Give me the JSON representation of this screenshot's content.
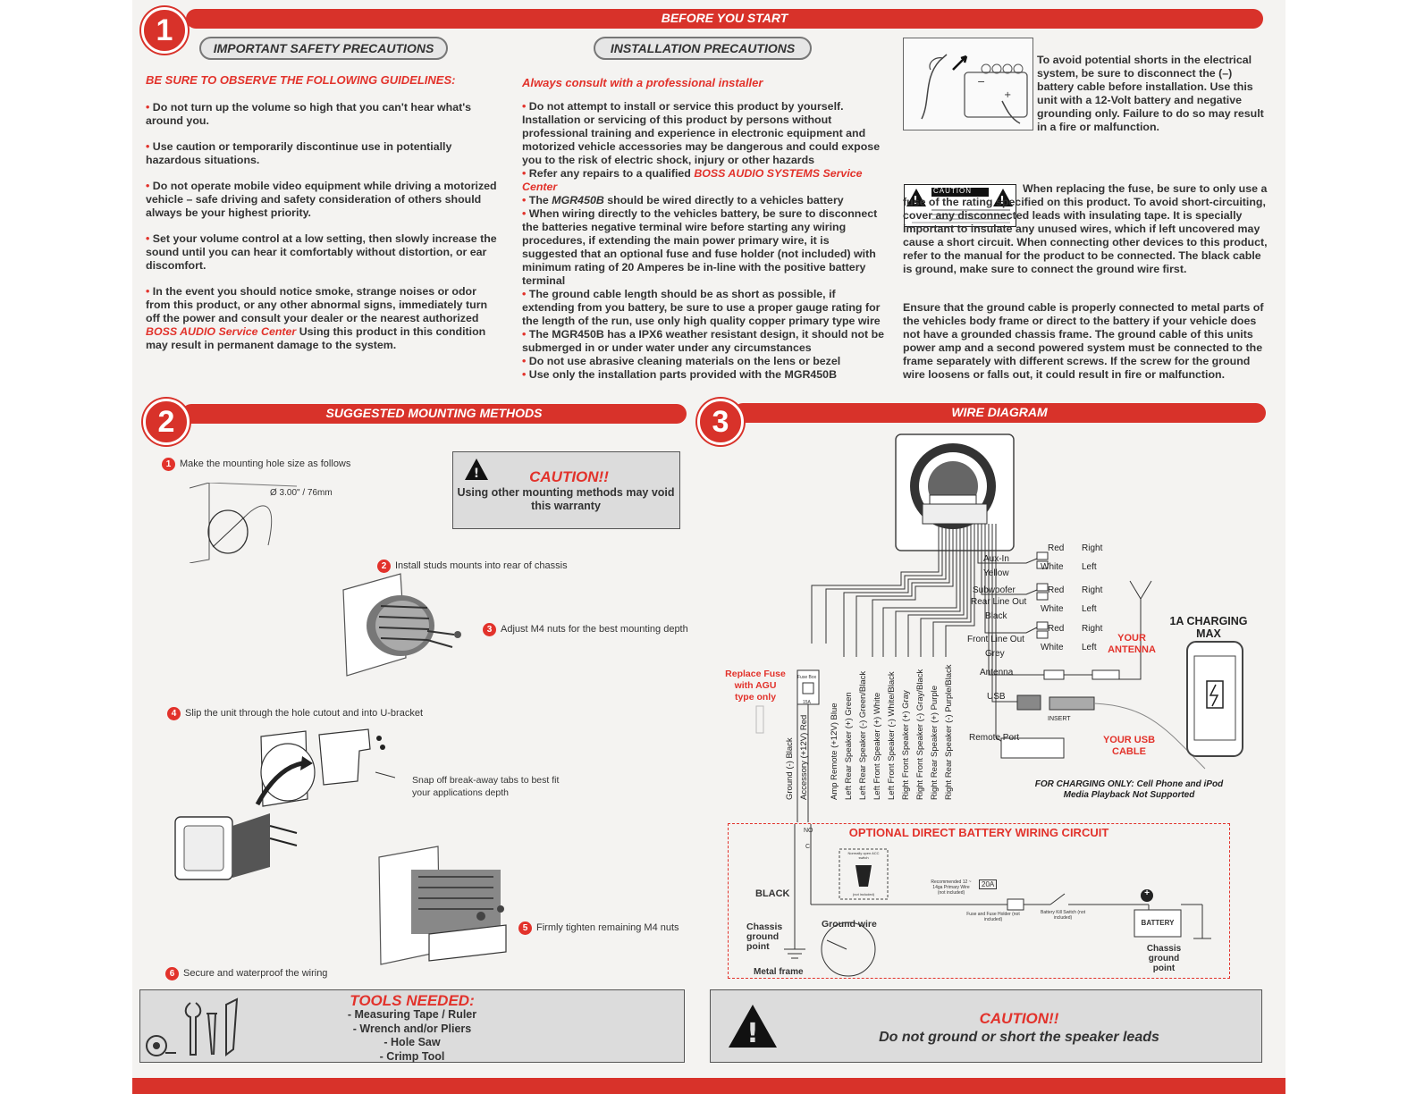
{
  "section1": {
    "number": "1",
    "banner": "BEFORE YOU START",
    "safety_title": "IMPORTANT SAFETY PRECAUTIONS",
    "safety_subtitle": "BE SURE TO OBSERVE THE FOLLOWING GUIDELINES:",
    "safety_items": [
      "Do not turn up the volume so high that you can't hear what's around you.",
      "Use caution or temporarily discontinue use in potentially hazardous situations.",
      "Do not operate mobile video equipment while driving a motorized vehicle – safe driving and safety consideration of others should always be your highest priority.",
      "Set your volume control at a low setting, then slowly increase the sound until you can hear it comfortably without distortion, or ear discomfort.",
      "In the event you should notice smoke, strange noises or odor from this product, or any other abnormal signs, immediately turn off the power and consult your dealer or the nearest authorized"
    ],
    "safety_last_em": "BOSS AUDIO Service Center",
    "safety_last_tail": " Using this product in this condition may result in permanent damage to the system.",
    "install_title": "INSTALLATION PRECAUTIONS",
    "install_subtitle": "Always consult with a professional installer",
    "install_item1": "Do not attempt to install or service this product by yourself. Installation or servicing of this product by persons without professional training and experience in electronic equipment and motorized vehicle accessories may be dangerous and could expose you to the risk of electric shock, injury or other hazards",
    "install_item2_pre": "Refer any repairs to a qualified ",
    "install_item2_em": "BOSS AUDIO SYSTEMS Service Center",
    "install_item3_pre": "The ",
    "install_item3_model": "MGR450B",
    "install_item3_tail": " should be wired directly to a vehicles battery",
    "install_item4": "When wiring directly to the vehicles battery, be sure to disconnect the batteries negative terminal wire before starting any wiring procedures, if extending the main power  primary wire, it is suggested that an optional fuse and fuse holder (not included) with minimum rating of 20 Amperes be in-line with the positive battery terminal",
    "install_item5": "The ground cable length should be as short as possible, if extending from you battery, be sure to use a proper gauge rating for the length of the run, use only high quality copper primary type wire",
    "install_item6": "The MGR450B has a IPX6 weather resistant design, it should not be submerged in or under water under any circumstances",
    "install_item7": "Do not use abrasive cleaning materials on the lens or bezel",
    "install_item8": "Use only the installation parts provided with the MGR450B",
    "battery_note": "To avoid potential shorts in the electrical system, be sure to disconnect the (–) battery cable before installation. Use this unit with a 12-Volt battery and negative grounding only. Failure to do so may result in a fire or malfunction.",
    "fuse_note": "When replacing the fuse, be sure to only use a fuse of the rating specified on this product. To avoid short-circuiting, cover any disconnected leads with insulating tape. It is specially important to insulate any unused wires, which if left uncovered may cause a short circuit. When connecting other devices to this product, refer to the manual for the product to be connected. The black cable is ground, make sure to connect the ground wire first.",
    "ground_note": "Ensure that the ground cable is properly connected to metal parts of the vehicles body frame or direct to the battery if your vehicle does not have a grounded chassis frame. The ground cable of this units power amp and a second powered system must be connected to the frame separately with different screws. If the screw for the ground wire loosens or falls out, it could result in fire or malfunction.",
    "caution_label": "CAUTION"
  },
  "section2": {
    "number": "2",
    "banner": "SUGGESTED MOUNTING METHODS",
    "steps": [
      "Make the mounting hole size as follows",
      "Install studs mounts into rear of chassis",
      "Adjust M4 nuts for the best mounting depth",
      "Slip the unit through the hole cutout and into U-bracket",
      "Firmly tighten remaining M4 nuts",
      "Secure and waterproof the wiring"
    ],
    "step_numbers": [
      "1",
      "2",
      "3",
      "4",
      "5",
      "6"
    ],
    "hole_size": "Ø 3.00\" / 76mm",
    "snap_note": "Snap off break-away tabs to best fit your applications depth",
    "caution_title": "CAUTION!!",
    "caution_text": "Using other mounting methods may void this warranty",
    "tools_title": "TOOLS NEEDED:",
    "tools": [
      "- Measuring Tape / Ruler",
      "- Wrench and/or Pliers",
      "- Hole Saw",
      "- Crimp Tool"
    ]
  },
  "section3": {
    "number": "3",
    "banner": "WIRE DIAGRAM",
    "connectors": {
      "aux_in": "Aux-In",
      "yellow": "Yellow",
      "subwoofer": "Subwoofer",
      "rear_line_out": "Rear Line Out",
      "black": "Black",
      "front_line_out": "Front Line Out",
      "grey": "Grey",
      "antenna": "Antenna",
      "usb": "USB",
      "remote_port": "Remote Port",
      "insert": "INSERT"
    },
    "rca": {
      "red": "Red",
      "white": "White",
      "right": "Right",
      "left": "Left"
    },
    "your_antenna": "YOUR ANTENNA",
    "charging": "1A CHARGING MAX",
    "your_usb": "YOUR USB CABLE",
    "charging_note": "FOR CHARGING ONLY: Cell Phone and iPod Media Playback Not Supported",
    "replace_fuse": "Replace Fuse with AGU type only",
    "fuse_box": "Fuse Box",
    "fuse_rating": "15A",
    "wires": [
      "Ground (-)  Black",
      "Accessory (+12V)  Red",
      "Amp Remote (+12V)  Blue",
      "Left Rear Speaker (+)  Green",
      "Left Rear Speaker (-)  Green/Black",
      "Left Front Speaker (+)  White",
      "Left Front Speaker (-)  White/Black",
      "Right Front Speaker (+)  Gray",
      "Right Front Speaker (-)  Gray/Black",
      "Right Rear Speaker (+)  Purple",
      "Right Rear Speaker (-)  Purple/Black"
    ],
    "optional_title": "OPTIONAL DIRECT BATTERY WIRING CIRCUIT",
    "black_label": "BLACK",
    "chassis_ground": "Chassis ground point",
    "ground_wire": "Ground wire",
    "metal_frame": "Metal frame",
    "no": "NO",
    "c": "C",
    "acc_switch": "Normally open ACC switch",
    "not_included": "(not included)",
    "recommended": "Recommended 12 ~ 14ga Primary Wire (not included)",
    "fuse_20a": "20A",
    "fuse_holder": "Fuse and Fuse Holder (not included)",
    "kill_switch": "Battery Kill Switch (not included)",
    "battery": "BATTERY",
    "plus": "+",
    "caution_title": "CAUTION!!",
    "caution_text": "Do not ground or short the speaker leads"
  },
  "colors": {
    "accent_red": "#d8322a",
    "text_red": "#e2322b",
    "box_grey": "#dcdcdc"
  }
}
